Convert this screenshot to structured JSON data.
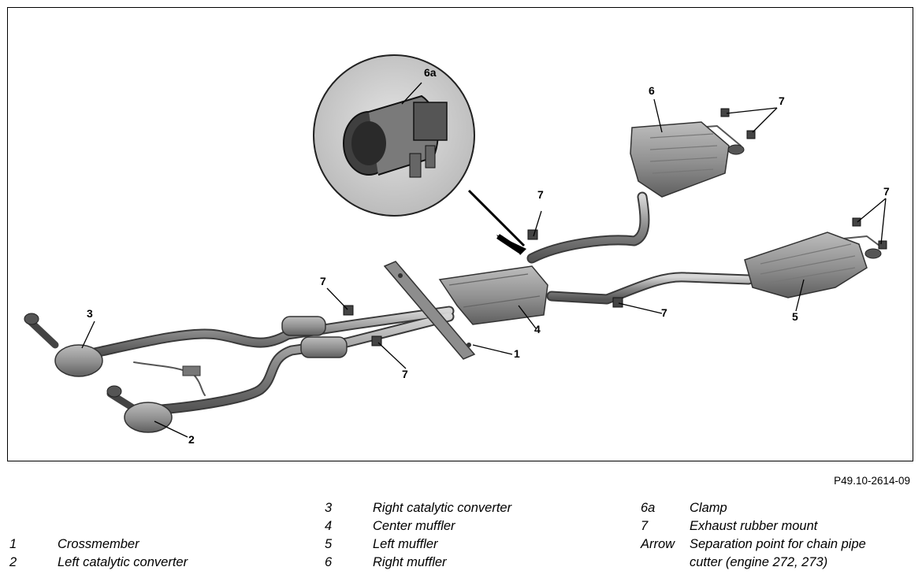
{
  "figure_code": "P49.10-2614-09",
  "callouts": {
    "c1": "1",
    "c2": "2",
    "c3": "3",
    "c4": "4",
    "c5": "5",
    "c6": "6",
    "c6a": "6a",
    "c7a": "7",
    "c7b": "7",
    "c7c": "7",
    "c7d": "7",
    "c7e": "7",
    "c7f": "7"
  },
  "legend": [
    {
      "num": "1",
      "text": "Crossmember"
    },
    {
      "num": "2",
      "text": "Left catalytic converter"
    },
    {
      "num": "3",
      "text": "Right catalytic converter"
    },
    {
      "num": "4",
      "text": "Center muffler"
    },
    {
      "num": "5",
      "text": "Left muffler"
    },
    {
      "num": "6",
      "text": "Right muffler"
    },
    {
      "num": "6a",
      "text": "Clamp"
    },
    {
      "num": "7",
      "text": "Exhaust rubber mount"
    },
    {
      "num": "Arrow",
      "text": "Separation point for chain pipe",
      "text2": "cutter (engine 272, 273)"
    }
  ]
}
